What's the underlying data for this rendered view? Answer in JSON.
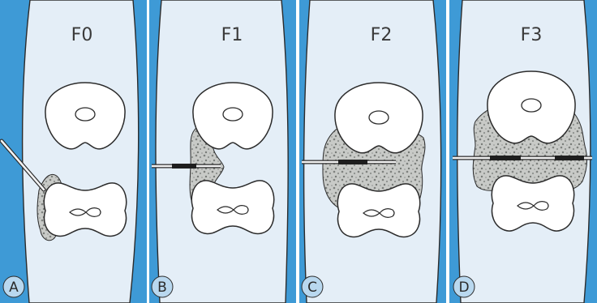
{
  "panels": [
    {
      "title": "F0",
      "label": "A"
    },
    {
      "title": "F1",
      "label": "B"
    },
    {
      "title": "F2",
      "label": "C"
    },
    {
      "title": "F3",
      "label": "D"
    }
  ],
  "colors": {
    "blue": "#3e9ad6",
    "canal": "#e4eef7",
    "outline": "#2b2b2b",
    "fibrosis": "#c7c9c6",
    "label_circle": "#b9d8ef"
  }
}
